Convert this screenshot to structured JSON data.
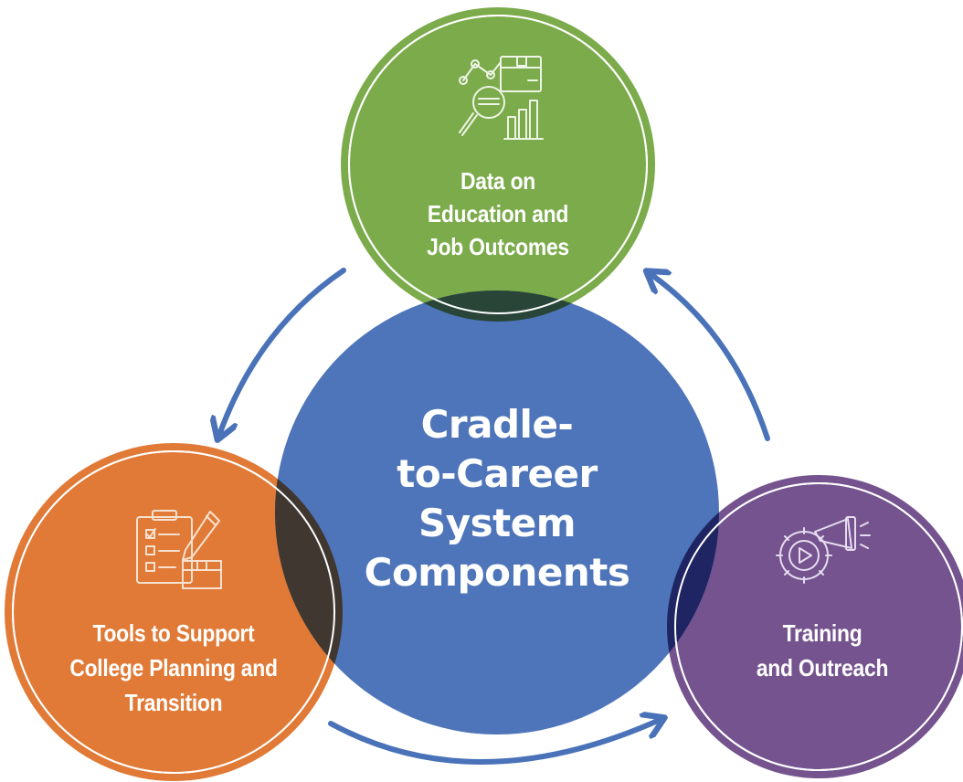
{
  "colors": {
    "center": "#4a72b8",
    "top": "#7bab4b",
    "left": "#e07a36",
    "right": "#74538e",
    "arrow": "#4a72b8",
    "text": "#ffffff"
  },
  "center": {
    "lines": [
      "Cradle-",
      "to-Career",
      "System",
      "Components"
    ]
  },
  "components": [
    {
      "id": "data",
      "icon": "data-analytics-icon",
      "lines": [
        "Data on",
        "Education and",
        "Job Outcomes"
      ]
    },
    {
      "id": "tools",
      "icon": "checklist-clipboard-icon",
      "lines": [
        "Tools to Support",
        "College Planning and",
        "Transition"
      ]
    },
    {
      "id": "training",
      "icon": "megaphone-gear-icon",
      "lines": [
        "Training",
        "and Outreach"
      ]
    }
  ]
}
